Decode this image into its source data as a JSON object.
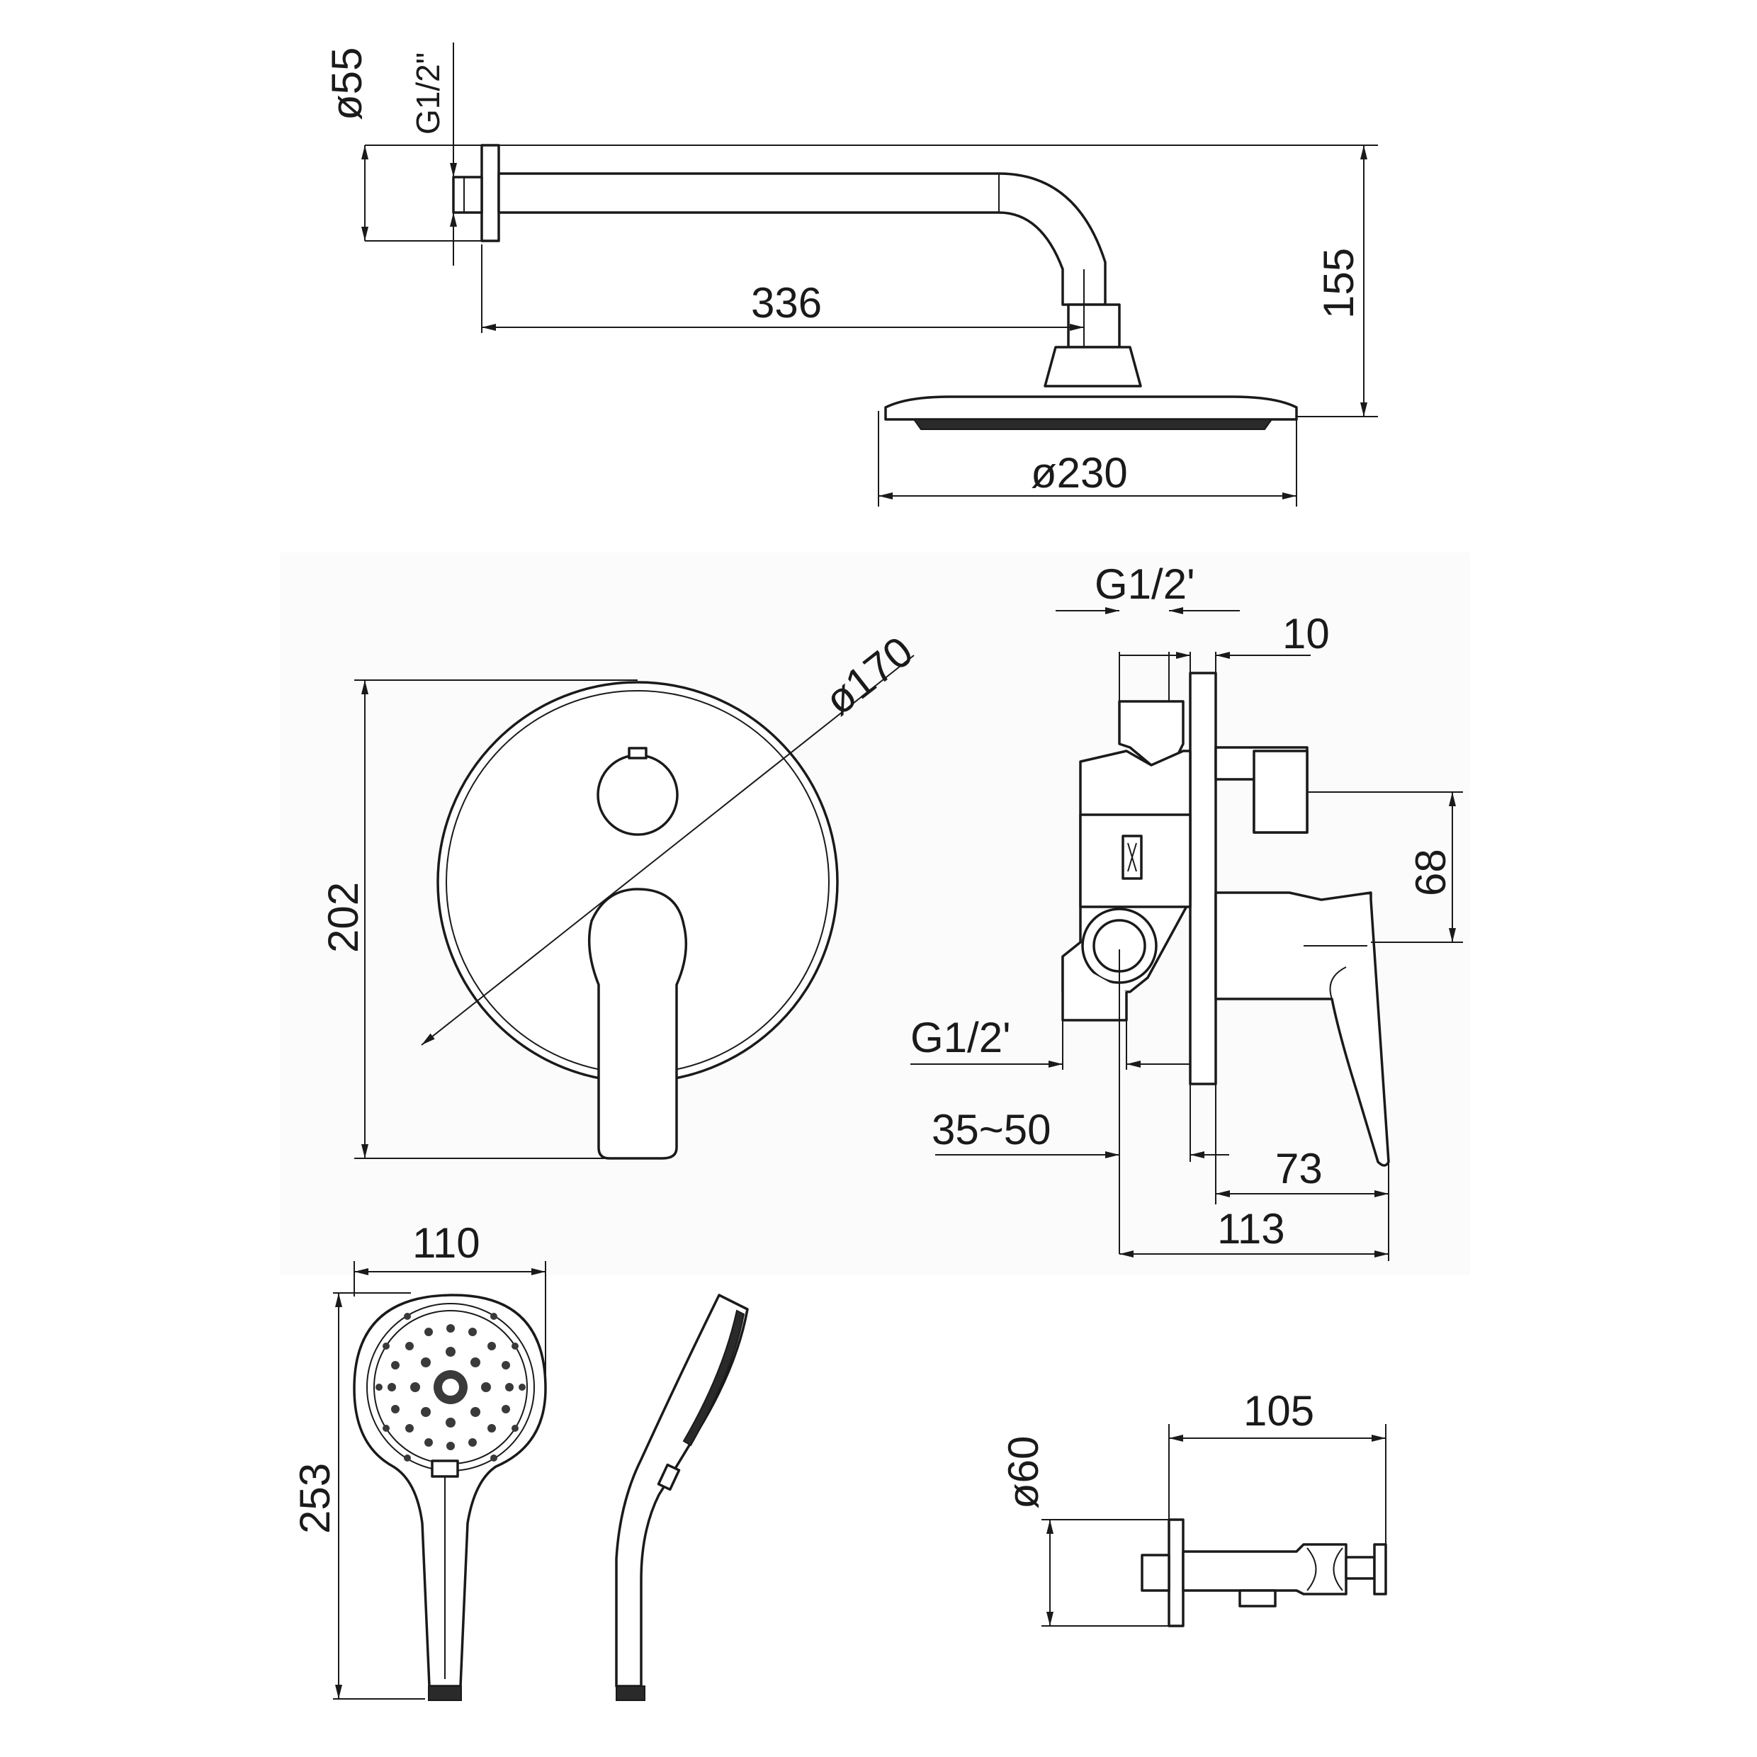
{
  "dimensions": {
    "arm_flange_diameter": "ø55",
    "arm_thread": "G1/2\"",
    "arm_length": "336",
    "arm_height": "155",
    "head_diameter": "ø230",
    "plate_diameter": "ø170",
    "plate_height": "202",
    "mixer_top_thread": "G1/2'",
    "mixer_plate_thickness": "10",
    "mixer_lever_offset": "68",
    "mixer_bottom_thread": "G1/2'",
    "install_depth": "35~50",
    "lever_projection": "73",
    "total_depth": "113",
    "hand_width": "110",
    "hand_length": "253",
    "spout_diameter": "ø60",
    "spout_length": "105"
  }
}
